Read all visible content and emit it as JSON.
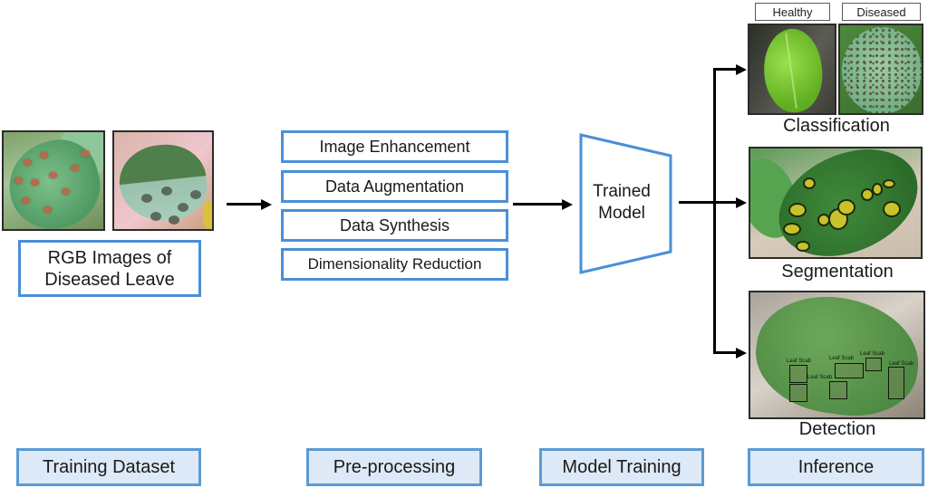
{
  "training": {
    "images": [
      {
        "name": "diseased-leaf-rust",
        "description": "Leaf with orange-brown rust spots"
      },
      {
        "name": "diseased-leaf-scab",
        "description": "Leaf with dark scab lesions"
      }
    ],
    "caption_line1": "RGB Images of",
    "caption_line2": "Diseased Leave"
  },
  "preprocessing": {
    "steps": [
      {
        "label": "Image Enhancement"
      },
      {
        "label": "Data Augmentation"
      },
      {
        "label": "Data Synthesis"
      },
      {
        "label": "Dimensionality Reduction"
      }
    ]
  },
  "model": {
    "label_line1": "Trained",
    "label_line2": "Model",
    "shape": "trapezoid"
  },
  "inference": {
    "classification": {
      "caption": "Classification",
      "tags": [
        "Healthy",
        "Diseased"
      ]
    },
    "segmentation": {
      "caption": "Segmentation"
    },
    "detection": {
      "caption": "Detection",
      "box_label": "Leaf Scab",
      "box_count": 6
    }
  },
  "stages": [
    {
      "label": "Training Dataset"
    },
    {
      "label": "Pre-processing"
    },
    {
      "label": "Model Training"
    },
    {
      "label": "Inference"
    }
  ],
  "colors": {
    "box_border": "#4a8fd8",
    "stage_fill": "#dde9f6",
    "stage_border": "#5b9bd5",
    "arrow": "#000000"
  }
}
